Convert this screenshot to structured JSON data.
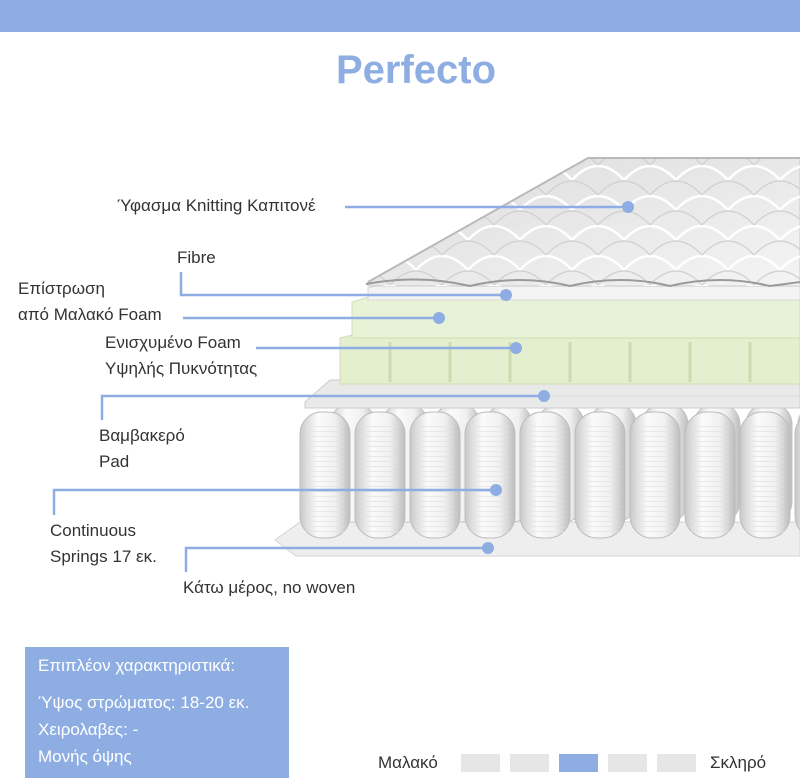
{
  "title": "Perfecto",
  "colors": {
    "accent": "#8eaee3",
    "scale_inactive": "#e6e6e6",
    "scale_active": "#8eaee3",
    "text": "#333333",
    "foam": "#e4efcf",
    "coil": "#f2f2f2"
  },
  "layers": [
    {
      "id": "knitting",
      "label": "Ύφασμα Knitting Καπιτονέ"
    },
    {
      "id": "fibre",
      "label": "Fibre"
    },
    {
      "id": "soft_foam",
      "label_line1": "Επίστρωση",
      "label_line2": "από Μαλακό Foam"
    },
    {
      "id": "hd_foam",
      "label_line1": "Ενισχυμένο Foam",
      "label_line2": "Υψηλής Πυκνότητας"
    },
    {
      "id": "cotton_pad",
      "label_line1": "Βαμβακερό",
      "label_line2": "Pad"
    },
    {
      "id": "springs",
      "label_line1": "Continuous",
      "label_line2": "Springs 17 εκ."
    },
    {
      "id": "bottom",
      "label": "Κάτω μέρος, no woven"
    }
  ],
  "info": {
    "heading": "Επιπλέον χαρακτηριστικά:",
    "lines": [
      "Ύψος στρώματος: 18-20 εκ.",
      "Χειρολαβες: -",
      "Μονής όψης"
    ]
  },
  "firmness": {
    "soft_label": "Μαλακό",
    "hard_label": "Σκληρό",
    "levels": 5,
    "selected": 3
  }
}
